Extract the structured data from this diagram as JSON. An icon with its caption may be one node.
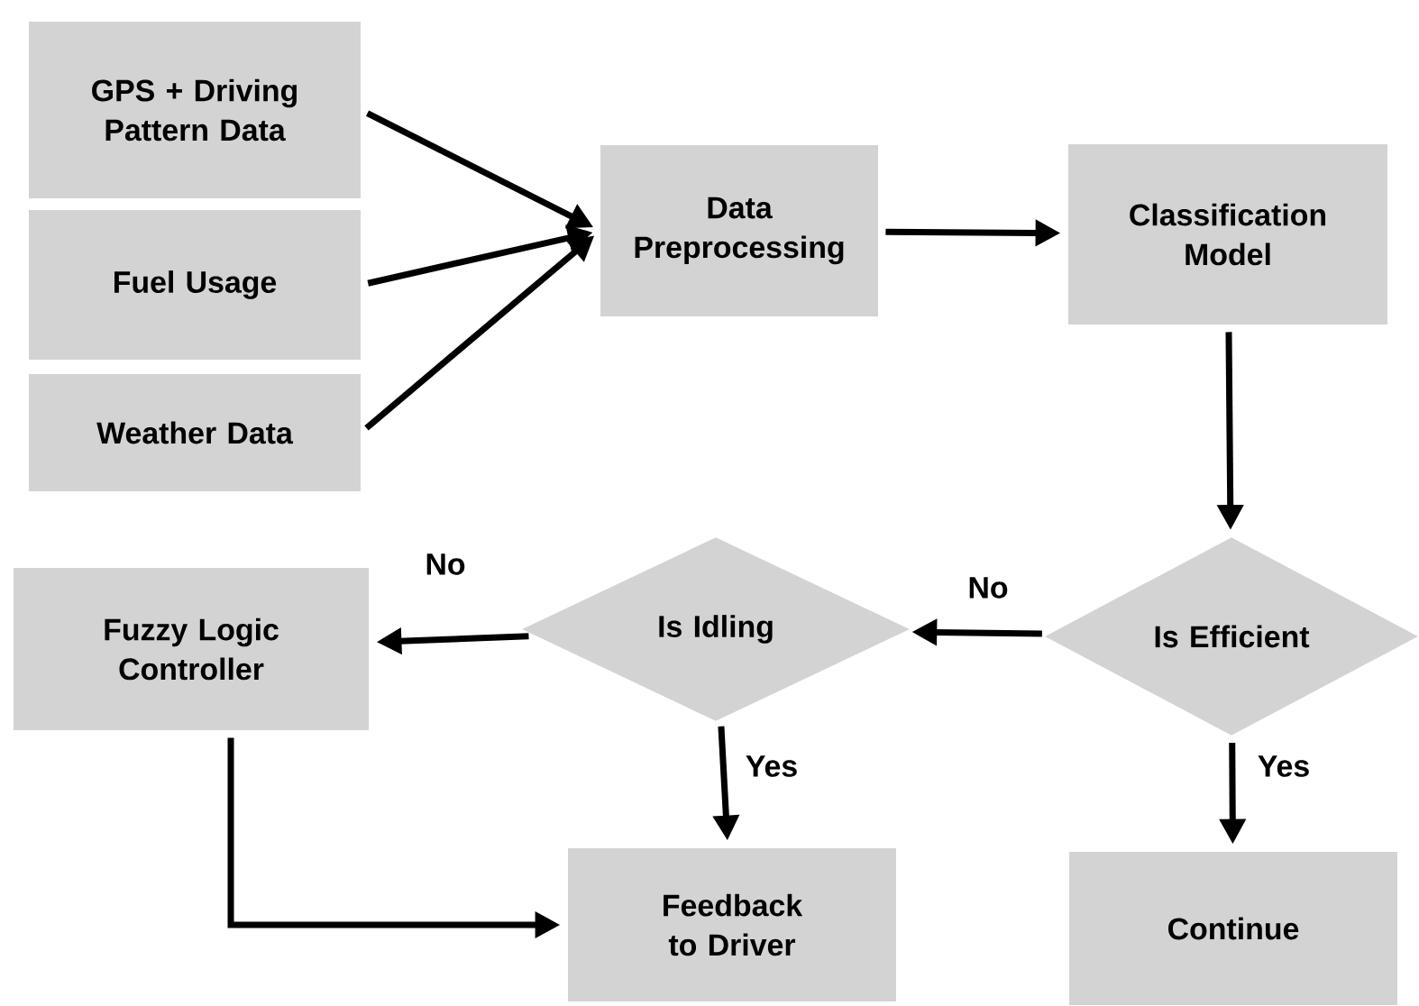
{
  "diagram": {
    "nodes": [
      {
        "text": [
          "GPS + Driving Pattern Data"
        ]
      },
      {
        "text": [
          "Fuel Usage"
        ]
      },
      {
        "text": [
          "Weather Data"
        ]
      },
      {
        "text": [
          "Data Preprocessing"
        ]
      },
      {
        "text": [
          "Classification Model"
        ]
      },
      {
        "text": [
          "Is Efficient"
        ]
      },
      {
        "text": [
          "Is Idling"
        ]
      },
      {
        "text": [
          "Fuzzy Logic Controller"
        ]
      },
      {
        "text": [
          "Feedback to Driver"
        ]
      },
      {
        "text": [
          "Continue"
        ]
      }
    ],
    "edges": [
      {
        "from": 0,
        "to": 3,
        "arrow": "to"
      },
      {
        "from": 1,
        "to": 3,
        "arrow": "to"
      },
      {
        "from": 2,
        "to": 3,
        "arrow": "to"
      },
      {
        "from": 3,
        "to": 4,
        "arrow": "to"
      },
      {
        "from": 4,
        "to": 5,
        "arrow": "to"
      },
      {
        "from": 5,
        "to": 6,
        "arrow": "to",
        "label": "No"
      },
      {
        "from": 6,
        "to": 7,
        "arrow": "to",
        "label": "No"
      },
      {
        "from": 6,
        "to": 8,
        "arrow": "to",
        "label": "Yes"
      },
      {
        "from": 5,
        "to": 9,
        "arrow": "to",
        "label": "Yes"
      },
      {
        "from": 7,
        "to": 8,
        "arrow": "to"
      }
    ]
  }
}
